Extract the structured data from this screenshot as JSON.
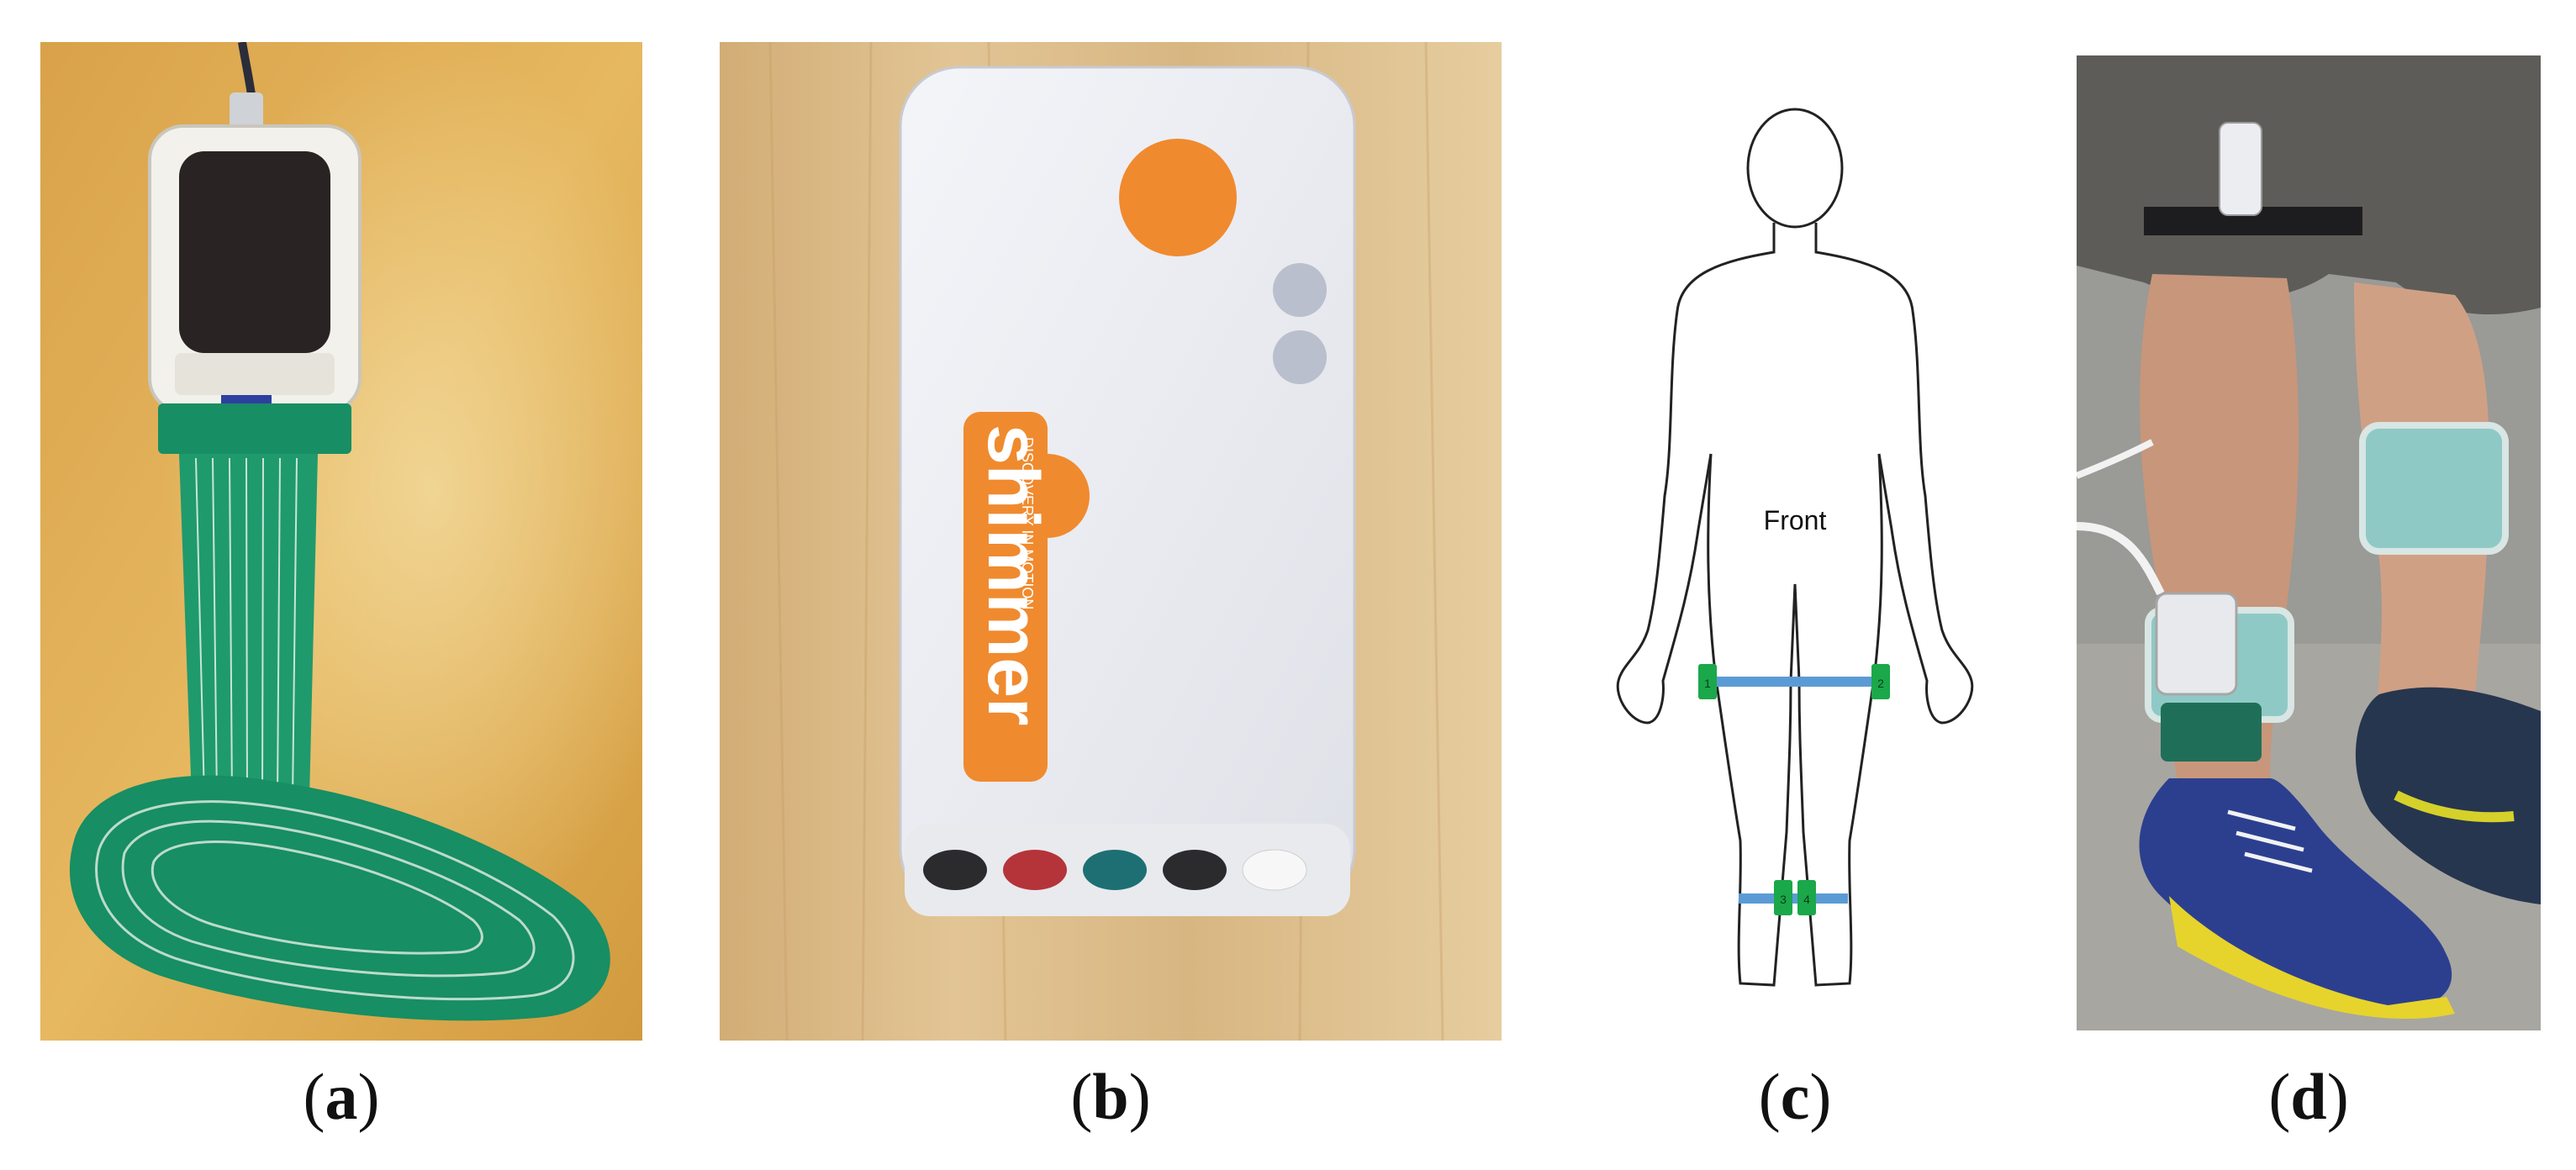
{
  "figure": {
    "panels": [
      {
        "id": "a",
        "caption": "(a)",
        "label_letter": "a",
        "subject": "insole-pressure-sensor-photo"
      },
      {
        "id": "b",
        "caption": "(b)",
        "label_letter": "b",
        "subject": "shimmer-sensor-unit-photo"
      },
      {
        "id": "c",
        "caption": "(c)",
        "label_letter": "c",
        "subject": "body-diagram",
        "front_label": "Front",
        "sensor_numbers": [
          "1",
          "2",
          "3",
          "4"
        ]
      },
      {
        "id": "d",
        "caption": "(d)",
        "label_letter": "d",
        "subject": "leg-worn-sensors-photo"
      }
    ],
    "device": {
      "brand": "shimmer",
      "tagline": "DISCOVERY IN MOTION"
    }
  },
  "colors": {
    "sensor_green": "#1aa84a",
    "strap_blue": "#5b9bd5",
    "shimmer_orange": "#f08a2e",
    "pcb_green": "#178e63"
  }
}
